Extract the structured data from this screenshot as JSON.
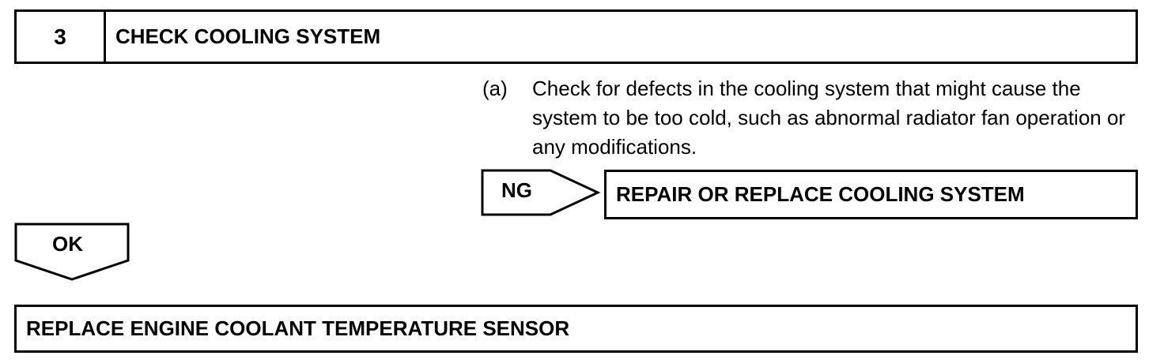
{
  "step": {
    "number": "3",
    "title": "CHECK COOLING SYSTEM"
  },
  "instruction": {
    "marker": "(a)",
    "text": "Check for defects in the cooling system that might cause the system to be too cold, such as abnormal radiator fan operation or any modifications."
  },
  "ng_branch": {
    "label": "NG",
    "result": "REPAIR OR REPLACE COOLING SYSTEM"
  },
  "ok_branch": {
    "label": "OK",
    "result": "REPLACE ENGINE COOLANT TEMPERATURE SENSOR"
  }
}
